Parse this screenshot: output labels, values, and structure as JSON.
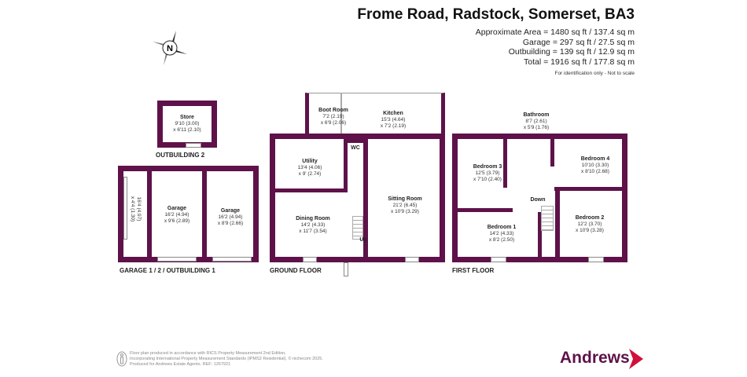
{
  "header": {
    "title": "Frome Road, Radstock, Somerset, BA3",
    "areas": [
      "Approximate Area = 1480 sq ft / 137.4 sq m",
      "Garage = 297 sq ft / 27.5 sq m",
      "Outbuilding = 139 sq ft / 12.9 sq m",
      "Total = 1916 sq ft / 177.8 sq m"
    ],
    "note": "For identification only - Not to scale"
  },
  "compass": {
    "label": "N"
  },
  "floors": {
    "outbuilding2": "OUTBUILDING 2",
    "garages": "GARAGE 1 / 2 / OUTBUILDING 1",
    "ground": "GROUND FLOOR",
    "first": "FIRST FLOOR"
  },
  "rooms": {
    "store": {
      "name": "Store",
      "d1": "9'10 (3.00)",
      "d2": "x 6'11 (2.10)"
    },
    "outbuilding1": {
      "d1": "16'4 (4.97)",
      "d2": "x 4'4 (1.30)"
    },
    "garage1": {
      "name": "Garage",
      "d1": "16'2 (4.94)",
      "d2": "x 9'6 (2.89)"
    },
    "garage2": {
      "name": "Garage",
      "d1": "16'2 (4.94)",
      "d2": "x 8'9 (2.66)"
    },
    "boot": {
      "name": "Boot Room",
      "d1": "7'2 (2.19)",
      "d2": "x 6'9 (2.06)"
    },
    "kitchen": {
      "name": "Kitchen",
      "d1": "15'3 (4.64)",
      "d2": "x 7'2 (2.19)"
    },
    "wc": {
      "name": "WC"
    },
    "utility": {
      "name": "Utility",
      "d1": "13'4 (4.06)",
      "d2": "x 9' (2.74)"
    },
    "dining": {
      "name": "Dining Room",
      "d1": "14'2 (4.33)",
      "d2": "x 11'7 (3.54)"
    },
    "sitting": {
      "name": "Sitting Room",
      "d1": "21'2 (6.45)",
      "d2": "x 10'9 (3.29)"
    },
    "up": {
      "name": "Up"
    },
    "bathroom": {
      "name": "Bathroom",
      "d1": "8'7 (2.61)",
      "d2": "x 5'9 (1.76)"
    },
    "bed3": {
      "name": "Bedroom 3",
      "d1": "12'5 (3.79)",
      "d2": "x 7'10 (2.40)"
    },
    "bed4": {
      "name": "Bedroom 4",
      "d1": "10'10 (3.30)",
      "d2": "x 8'10 (2.68)"
    },
    "bed1": {
      "name": "Bedroom 1",
      "d1": "14'2 (4.33)",
      "d2": "x 8'2 (2.50)"
    },
    "bed2": {
      "name": "Bedroom 2",
      "d1": "12'2 (3.70)",
      "d2": "x 10'9 (3.28)"
    },
    "down": {
      "name": "Down"
    }
  },
  "footer": {
    "lines": [
      "Floor plan produced in accordance with RICS Property Measurement 2nd Edition,",
      "Incorporating International Property Measurement Standards (IPMS2 Residential).  © nichecom 2025.",
      "Produced for Andrews Estate Agents.   REF: 1267921"
    ]
  },
  "brand": {
    "name": "Andrews",
    "color": "#d0103a",
    "wall": "#5e1249"
  }
}
